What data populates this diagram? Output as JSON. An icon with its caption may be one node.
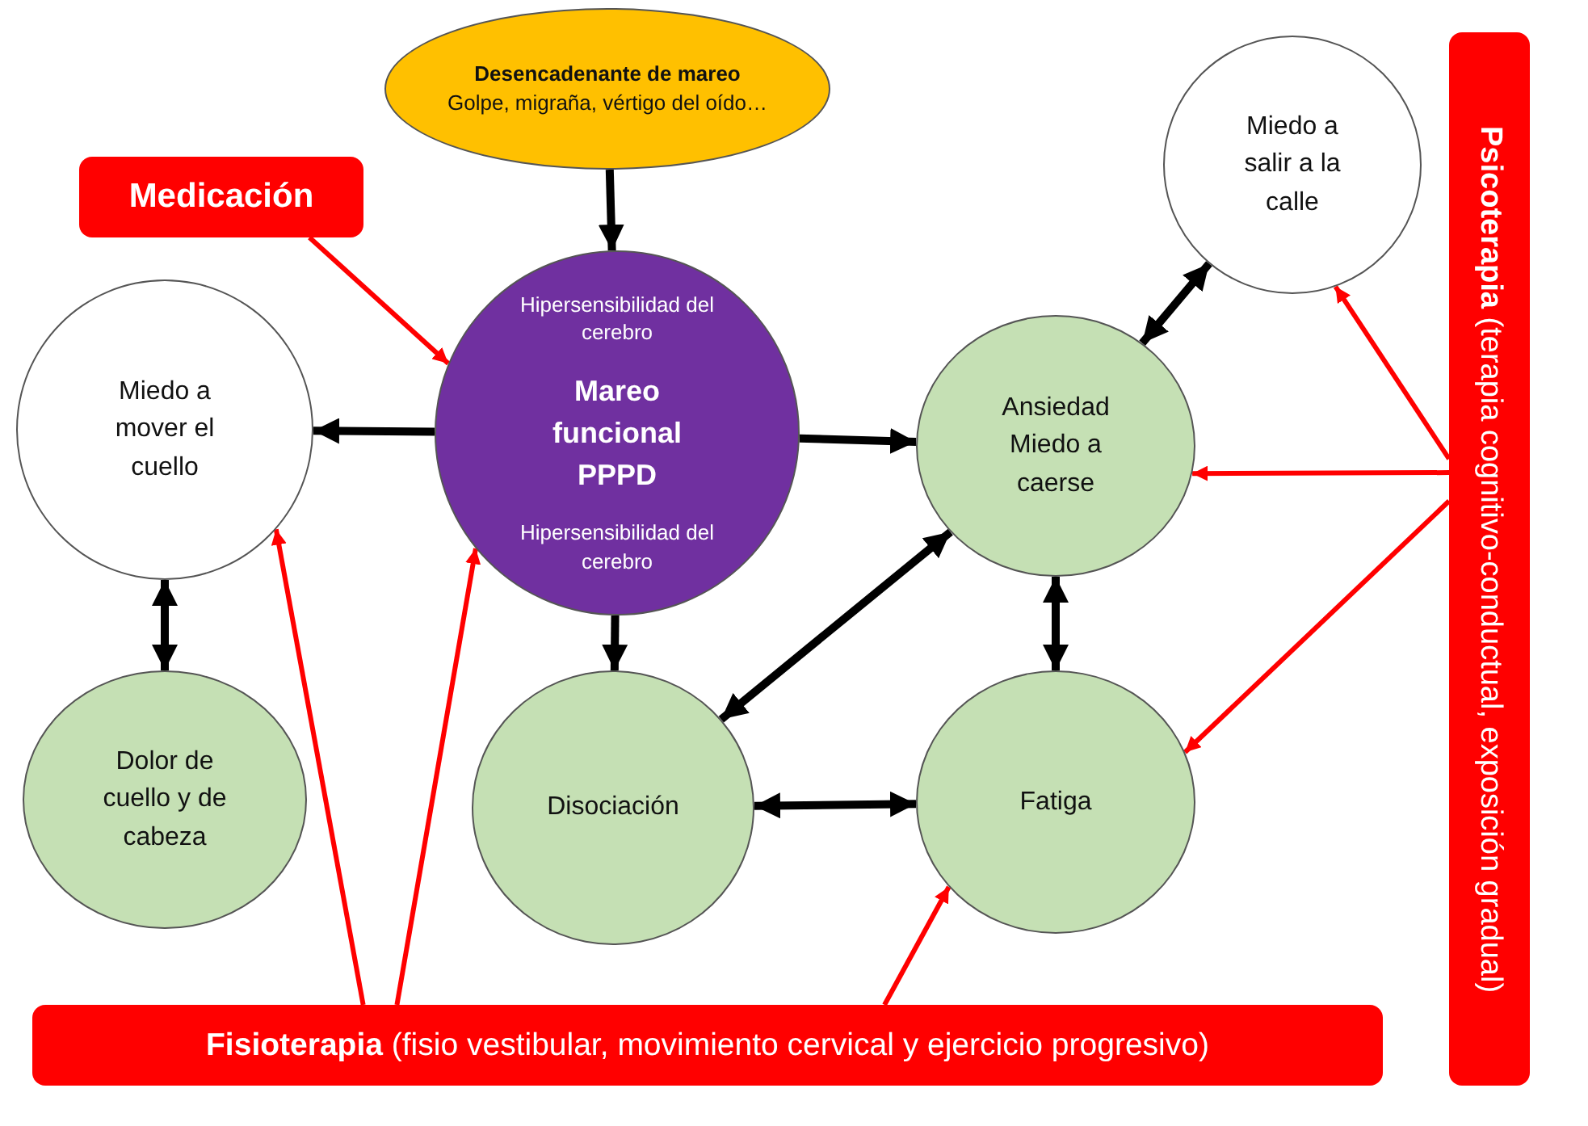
{
  "diagram": {
    "nodes": [
      {
        "text": [
          "Desencadenante de mareo",
          "Golpe, migraña, vértigo del oído…"
        ]
      },
      {
        "text": [
          "Medicación"
        ]
      },
      {
        "text": [
          "**Psicoterapia** (terapia cognitivo-conductual, exposición gradual)"
        ]
      },
      {
        "text": [
          "Miedo a salir a la calle"
        ]
      },
      {
        "text": [
          "Miedo a mover el cuello"
        ]
      },
      {
        "text": [
          "Hipersensibilidad del cerebro",
          "Mareo funcional PPPD",
          "Hipersensibilidad del cerebro"
        ]
      },
      {
        "text": [
          "Ansiedad",
          "Miedo a caerse"
        ]
      },
      {
        "text": [
          "Dolor de cuello y de cabeza"
        ]
      },
      {
        "text": [
          "Disociación"
        ]
      },
      {
        "text": [
          "Fatiga"
        ]
      },
      {
        "text": [
          "**Fisioterapia** (fisio vestibular, movimiento cervical y ejercicio progresivo)"
        ]
      }
    ],
    "edges": [
      {
        "from": 0,
        "to": 5,
        "arrow": "to"
      },
      {
        "from": 5,
        "to": 4,
        "arrow": "to"
      },
      {
        "from": 5,
        "to": 6,
        "arrow": "to"
      },
      {
        "from": 5,
        "to": 8,
        "arrow": "to"
      },
      {
        "from": 4,
        "to": 7,
        "arrow": "both"
      },
      {
        "from": 3,
        "to": 6,
        "arrow": "both"
      },
      {
        "from": 8,
        "to": 6,
        "arrow": "both"
      },
      {
        "from": 6,
        "to": 9,
        "arrow": "both"
      },
      {
        "from": 8,
        "to": 9,
        "arrow": "both"
      },
      {
        "from": 1,
        "to": 5,
        "arrow": "to",
        "color": "#ff0000"
      },
      {
        "from": 10,
        "to": 4,
        "arrow": "to",
        "color": "#ff0000"
      },
      {
        "from": 10,
        "to": 5,
        "arrow": "to",
        "color": "#ff0000"
      },
      {
        "from": 10,
        "to": 9,
        "arrow": "to",
        "color": "#ff0000"
      },
      {
        "from": 2,
        "to": 3,
        "arrow": "to",
        "color": "#ff0000"
      },
      {
        "from": 2,
        "to": 6,
        "arrow": "to",
        "color": "#ff0000"
      },
      {
        "from": 2,
        "to": 9,
        "arrow": "to",
        "color": "#ff0000"
      }
    ]
  }
}
